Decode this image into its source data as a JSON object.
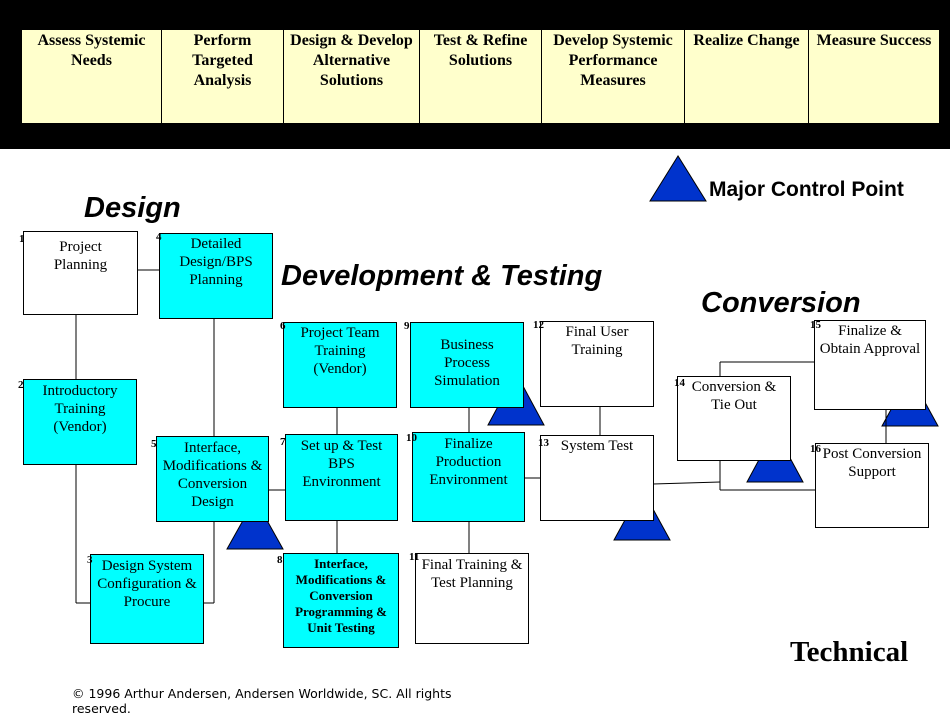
{
  "phases": [
    {
      "label": "Assess Systemic\nNeeds",
      "highlight": false
    },
    {
      "label": "Perform\nTargeted\nAnalysis",
      "highlight": false
    },
    {
      "label": "Design & Develop\nAlternative\nSolutions",
      "highlight": false
    },
    {
      "label": "Test & Refine\nSolutions",
      "highlight": true
    },
    {
      "label": "Develop Systemic\nPerformance\nMeasures",
      "highlight": false
    },
    {
      "label": "Realize Change",
      "highlight": false
    },
    {
      "label": "Measure Success",
      "highlight": false
    }
  ],
  "legend": {
    "label": "Major Control Point",
    "color": "#0033cc"
  },
  "sections": {
    "design": "Design",
    "development": "Development & Testing",
    "conversion": "Conversion"
  },
  "steps": [
    {
      "number": "1",
      "label": "Project\nPlanning",
      "fill": "white"
    },
    {
      "number": "2",
      "label": "Introductory\nTraining\n(Vendor)",
      "fill": "cyan"
    },
    {
      "number": "3",
      "label": "Design System\nConfiguration &\nProcure",
      "fill": "cyan"
    },
    {
      "number": "4",
      "label": "Detailed\nDesign/BPS\nPlanning",
      "fill": "cyan"
    },
    {
      "number": "5",
      "label": "Interface,\nModifications &\nConversion\nDesign",
      "fill": "cyan"
    },
    {
      "number": "6",
      "label": "Project Team\nTraining\n(Vendor)",
      "fill": "cyan"
    },
    {
      "number": "7",
      "label": "Set up & Test\nBPS\nEnvironment",
      "fill": "cyan"
    },
    {
      "number": "8",
      "label": "Interface,\nModifications &\nConversion\nProgramming &\nUnit Testing",
      "fill": "cyan"
    },
    {
      "number": "9",
      "label": "Business\nProcess\nSimulation",
      "fill": "cyan"
    },
    {
      "number": "10",
      "label": "Finalize\nProduction\nEnvironment",
      "fill": "cyan"
    },
    {
      "number": "11",
      "label": "Final Training &\nTest Planning",
      "fill": "white"
    },
    {
      "number": "12",
      "label": "Final User\nTraining",
      "fill": "white"
    },
    {
      "number": "13",
      "label": "System Test",
      "fill": "white"
    },
    {
      "number": "14",
      "label": "Conversion &\nTie Out",
      "fill": "white"
    },
    {
      "number": "15",
      "label": "Finalize &\nObtain Approval",
      "fill": "white"
    },
    {
      "number": "16",
      "label": "Post Conversion\nSupport",
      "fill": "white"
    }
  ],
  "footer": {
    "technical": "Technical",
    "copyright": "© 1996 Arthur Andersen, Andersen Worldwide, SC. All rights reserved."
  }
}
